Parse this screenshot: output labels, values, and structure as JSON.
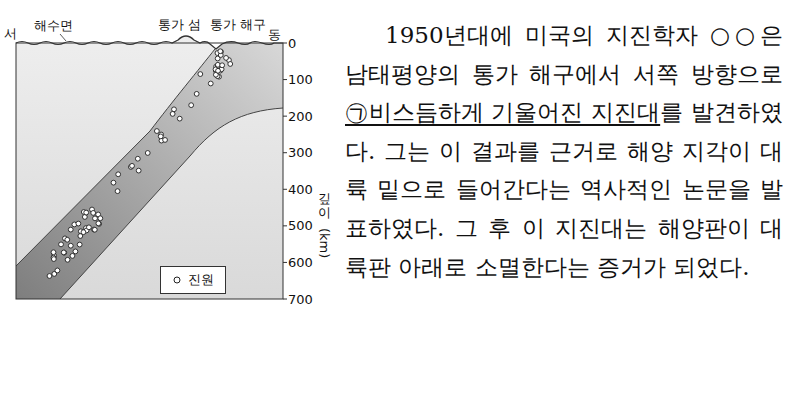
{
  "diagram": {
    "labels": [
      "서",
      "해수면",
      "통가 섬",
      "통가 해구",
      "동",
      "0",
      "100",
      "200",
      "300",
      "400",
      "500",
      "600",
      "700",
      "깊이",
      "(km)",
      "1950년대에 미국의 지진학자 ○○은 남태평양의 통가 해구에서 서쪽 방향으로",
      "㉠비스듬하게 기울어진 지진대",
      "를 발견하였다. 그는 이 결과를 근거로 해양 지각이 대륙 밑으로 들어간다는 역사적인 논문을 발표하였다. 그 후 이 지진대는 해양판이 대륙판 아래로 소멸한다는 증거가 되었다."
    ],
    "legend": [
      {
        "text": "진원"
      }
    ]
  }
}
